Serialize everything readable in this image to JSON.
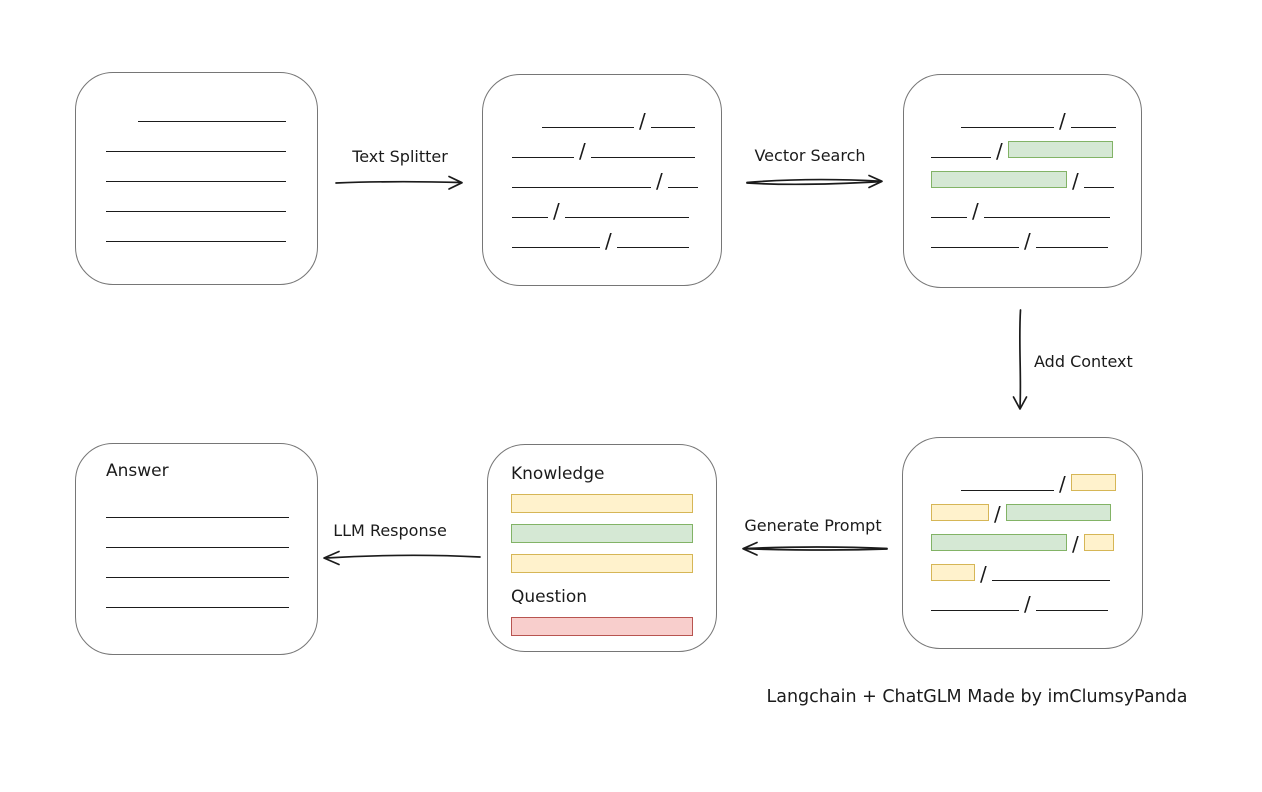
{
  "canvas": {
    "background": "#ffffff",
    "ink": "#1b1b1b",
    "node_border": "#767676"
  },
  "palette": {
    "green_fill": "#d5e8d4",
    "green_border": "#82b366",
    "yellow_fill": "#fff2cc",
    "yellow_border": "#d6b656",
    "red_fill": "#f8cecc",
    "red_border": "#b85450"
  },
  "glyphs": {
    "slash": "/"
  },
  "arrows": {
    "text_splitter": {
      "label": "Text Splitter",
      "direction": "right"
    },
    "vector_search": {
      "label": "Vector Search",
      "direction": "right"
    },
    "add_context": {
      "label": "Add Context",
      "direction": "down"
    },
    "generate_prompt": {
      "label": "Generate Prompt",
      "direction": "left"
    },
    "llm_response": {
      "label": "LLM Response",
      "direction": "left"
    }
  },
  "nodes": {
    "document": {
      "lines": [
        {
          "w": 148,
          "indent": 32
        },
        {
          "w": 180
        },
        {
          "w": 180
        },
        {
          "w": 180
        },
        {
          "w": 180
        }
      ]
    },
    "chunks": {
      "rows": [
        {
          "indent": 30,
          "segments": [
            {
              "kind": "line",
              "w": 92
            },
            {
              "kind": "line",
              "w": 44
            }
          ]
        },
        {
          "segments": [
            {
              "kind": "line",
              "w": 62
            },
            {
              "kind": "line",
              "w": 104
            }
          ]
        },
        {
          "segments": [
            {
              "kind": "line",
              "w": 139
            },
            {
              "kind": "line",
              "w": 30
            }
          ]
        },
        {
          "segments": [
            {
              "kind": "line",
              "w": 36
            },
            {
              "kind": "line",
              "w": 124
            }
          ]
        },
        {
          "segments": [
            {
              "kind": "line",
              "w": 88
            },
            {
              "kind": "line",
              "w": 72
            }
          ]
        }
      ]
    },
    "matched_chunks": {
      "rows": [
        {
          "indent": 30,
          "segments": [
            {
              "kind": "line",
              "w": 93
            },
            {
              "kind": "line",
              "w": 45
            }
          ]
        },
        {
          "segments": [
            {
              "kind": "line",
              "w": 60
            },
            {
              "kind": "green",
              "w": 105
            }
          ]
        },
        {
          "segments": [
            {
              "kind": "green",
              "w": 136
            },
            {
              "kind": "line",
              "w": 30
            }
          ]
        },
        {
          "segments": [
            {
              "kind": "line",
              "w": 36
            },
            {
              "kind": "line",
              "w": 126
            }
          ]
        },
        {
          "segments": [
            {
              "kind": "line",
              "w": 88
            },
            {
              "kind": "line",
              "w": 72
            }
          ]
        }
      ]
    },
    "context_chunks": {
      "rows": [
        {
          "indent": 30,
          "segments": [
            {
              "kind": "line",
              "w": 93
            },
            {
              "kind": "yellow",
              "w": 45
            }
          ]
        },
        {
          "segments": [
            {
              "kind": "yellow",
              "w": 58
            },
            {
              "kind": "green",
              "w": 105
            }
          ]
        },
        {
          "segments": [
            {
              "kind": "green",
              "w": 136
            },
            {
              "kind": "yellow",
              "w": 30
            }
          ]
        },
        {
          "segments": [
            {
              "kind": "yellow",
              "w": 44
            },
            {
              "kind": "line",
              "w": 118
            }
          ]
        },
        {
          "segments": [
            {
              "kind": "line",
              "w": 88
            },
            {
              "kind": "line",
              "w": 72
            }
          ]
        }
      ]
    },
    "prompt": {
      "knowledge_label": "Knowledge",
      "question_label": "Question",
      "knowledge_bars": [
        "yellow",
        "green",
        "yellow"
      ],
      "question_bars": [
        "red"
      ]
    },
    "answer": {
      "label": "Answer",
      "lines": [
        {
          "w": 183
        },
        {
          "w": 183
        },
        {
          "w": 183
        },
        {
          "w": 183
        }
      ]
    }
  },
  "caption": "Langchain + ChatGLM Made by imClumsyPanda"
}
